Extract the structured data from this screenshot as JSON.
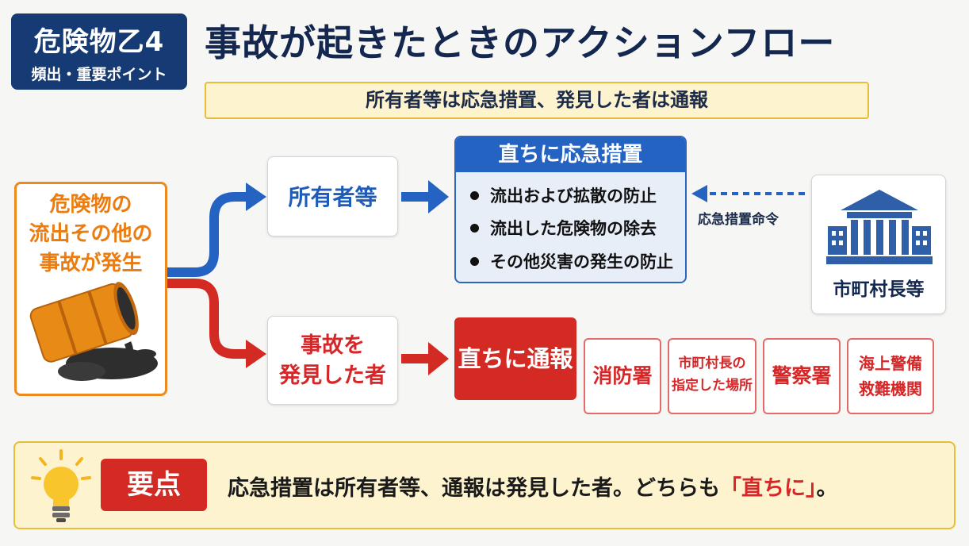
{
  "header": {
    "badge_title": "危険物乙4",
    "badge_sub": "頻出・重要ポイント",
    "title": "事故が起きたときのアクションフロー",
    "subtitle": "所有者等は応急措置、発見した者は通報"
  },
  "start": {
    "lines": [
      "危険物の",
      "流出その他の",
      "事故が発生"
    ]
  },
  "owner_node": {
    "label": "所有者等"
  },
  "finder_node": {
    "lines": [
      "事故を",
      "発見した者"
    ]
  },
  "emergency": {
    "title": "直ちに応急措置",
    "items": [
      "流出および拡散の防止",
      "流出した危険物の除去",
      "その他災害の発生の防止"
    ]
  },
  "order_label": "応急措置命令",
  "mayor": {
    "label": "市町村長等"
  },
  "report": {
    "label": "直ちに通報"
  },
  "destinations": [
    {
      "lines": [
        "消防署"
      ]
    },
    {
      "lines": [
        "市町村長の",
        "指定した場所"
      ]
    },
    {
      "lines": [
        "警察署"
      ]
    },
    {
      "lines": [
        "海上警備",
        "救難機関"
      ]
    }
  ],
  "footer": {
    "tag": "要点",
    "text_main": "応急措置は所有者等、通報は発見した者。どちらも",
    "text_emph": "「直ちに」",
    "text_end": "。"
  },
  "colors": {
    "navy": "#163a73",
    "blue": "#2563c3",
    "red": "#d42a24",
    "orange": "#ee8a1d",
    "yellow_bg": "#fdf3cf"
  }
}
